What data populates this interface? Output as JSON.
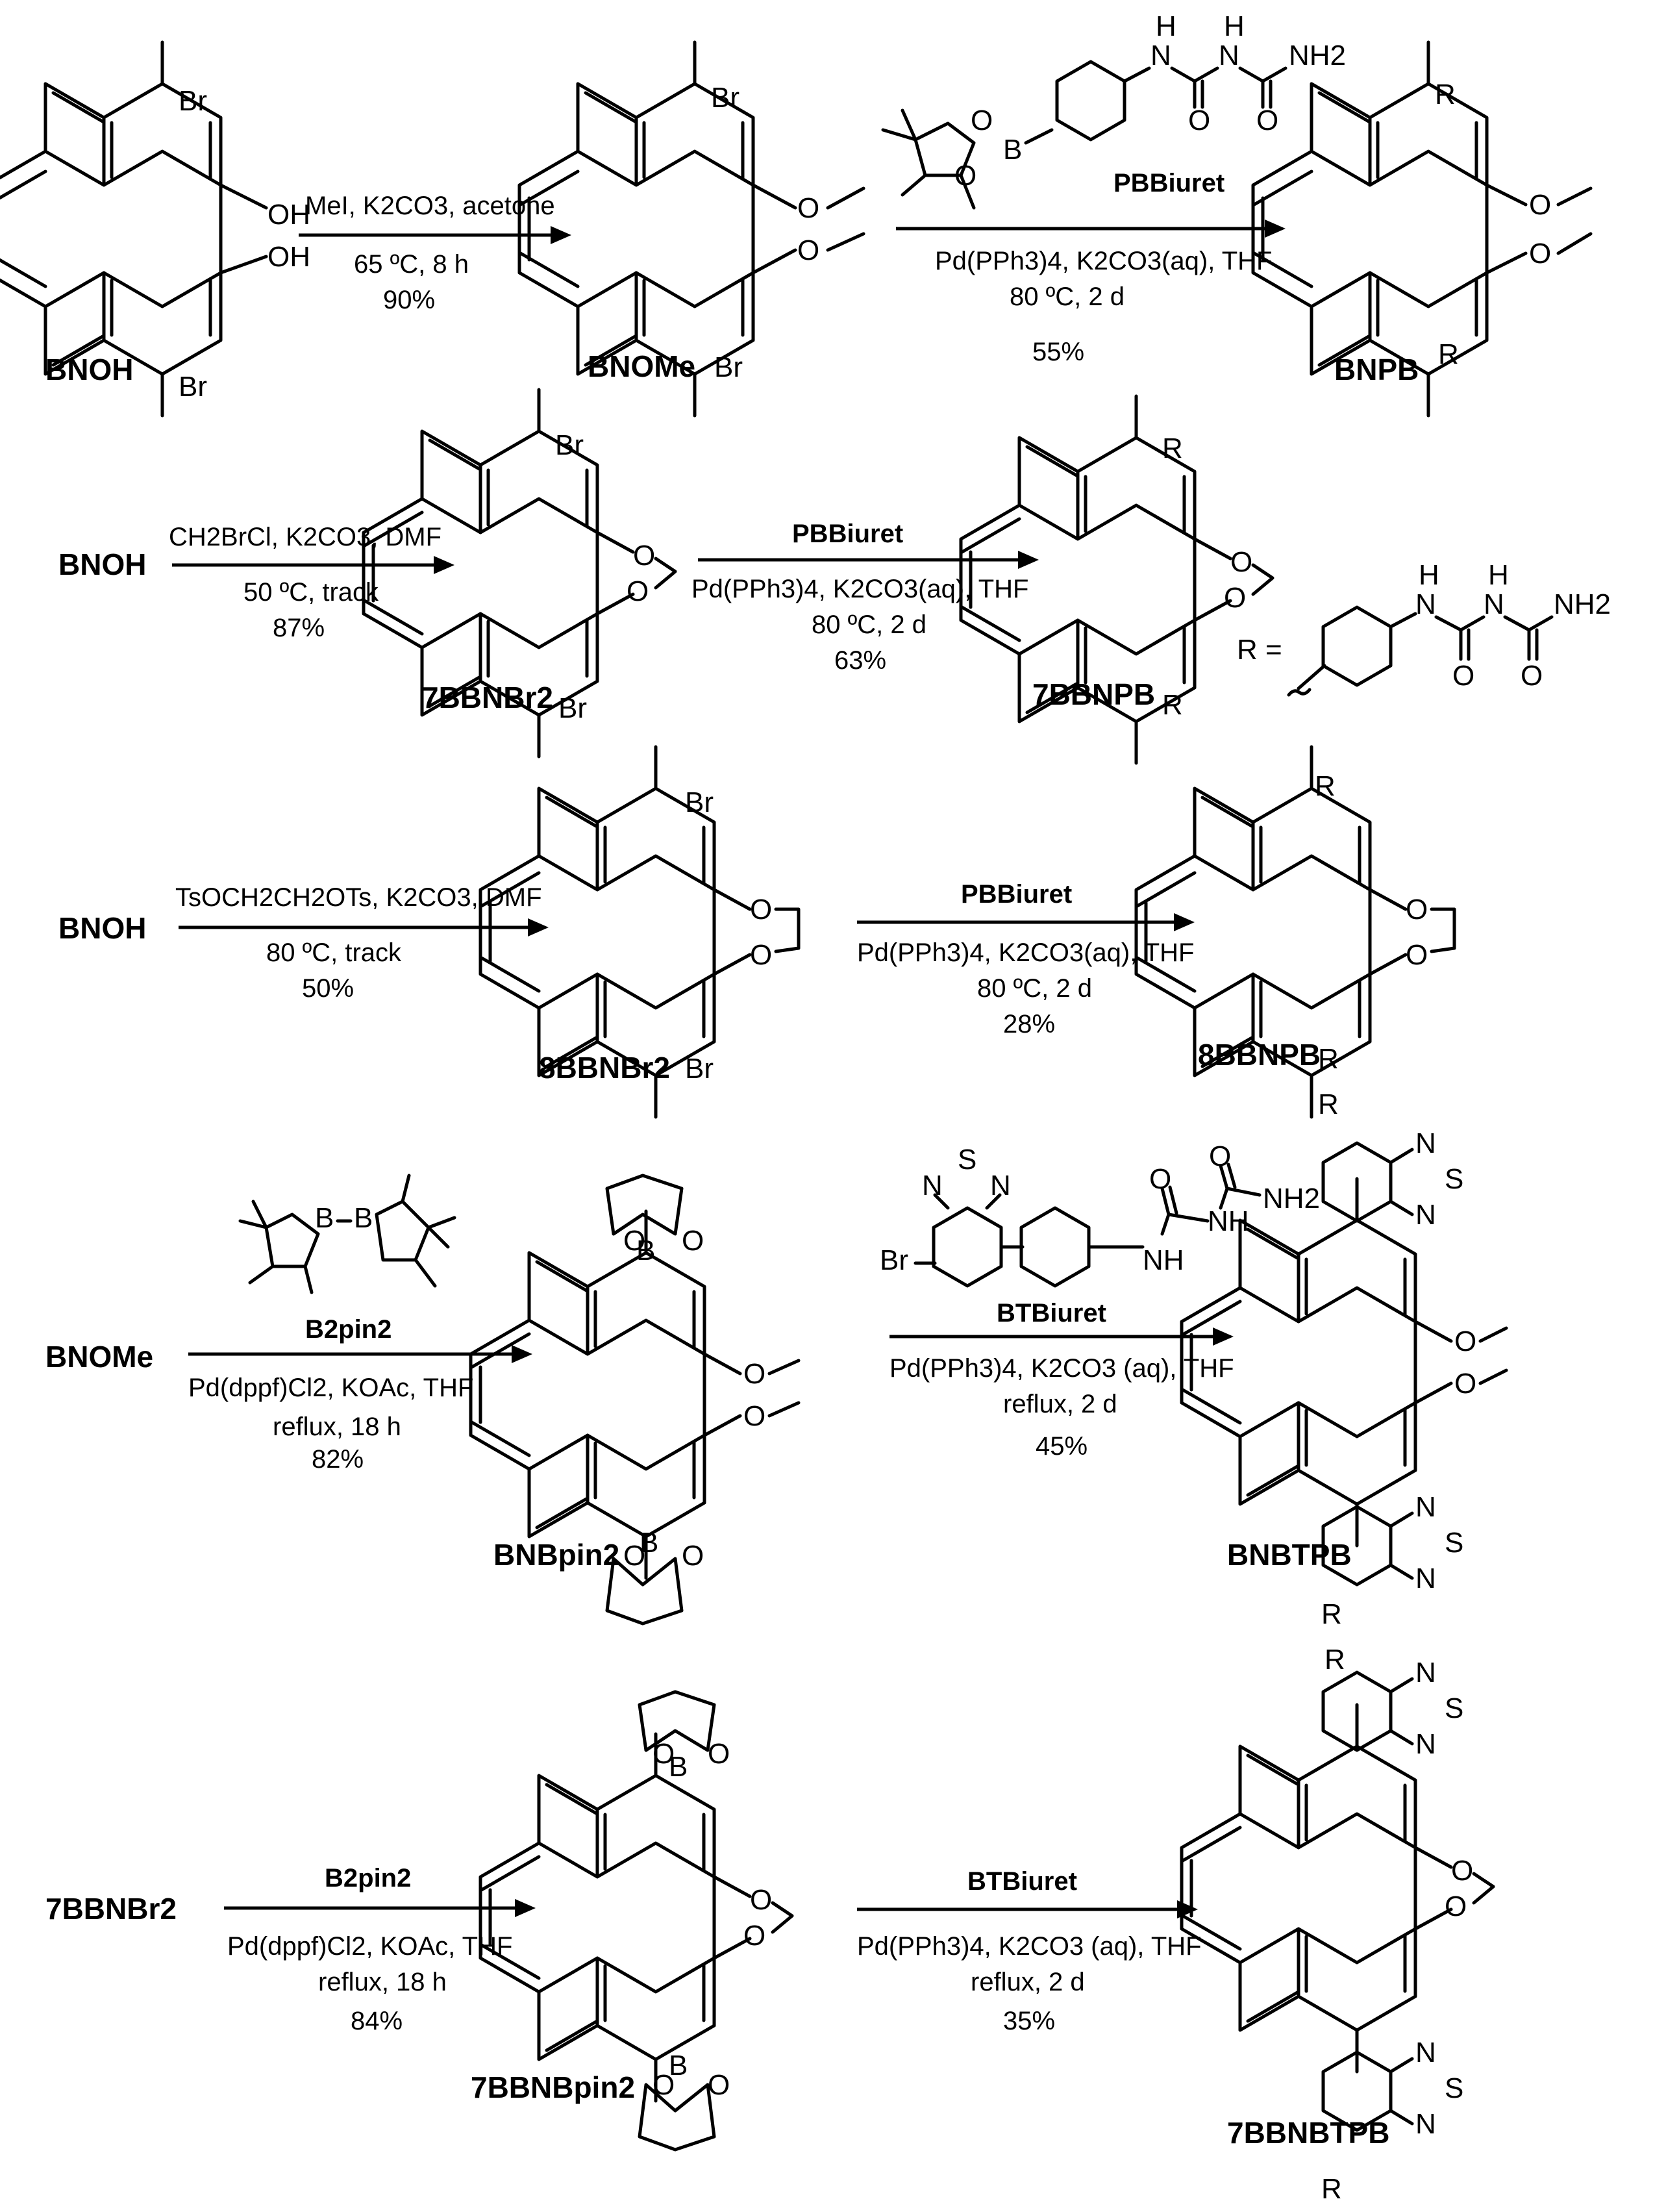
{
  "compounds": {
    "BNOH": "BNOH",
    "BNOMe": "BNOMe",
    "BNPB": "BNPB",
    "7BBNBr2": "7BBNBr2",
    "7BBNPB": "7BBNPB",
    "8BBNBr2": "8BBNBr2",
    "8BBNPB": "8BBNPB",
    "BNBpin2": "BNBpin2",
    "BNBTPB": "BNBTPB",
    "7BBNBpin2": "7BBNBpin2",
    "7BBNBTPB": "7BBNBTPB",
    "PBBiuret": "PBBiuret",
    "BTBiuret": "BTBiuret",
    "B2pin2": "B2pin2"
  },
  "atoms": {
    "Br": "Br",
    "OH": "OH",
    "O": "O",
    "N": "N",
    "S": "S",
    "B": "B",
    "H": "H",
    "NH": "NH",
    "NH2": "NH2",
    "R": "R",
    "R_eq": "R ="
  },
  "reactions": {
    "r1": {
      "reagents": "MeI, K2CO3, acetone",
      "conditions": "65 ºC, 8 h",
      "yield": "90%"
    },
    "r2": {
      "catalyst": "Pd(PPh3)4, K2CO3(aq), THF",
      "conditions": "80 ºC, 2 d",
      "yield": "55%"
    },
    "r3": {
      "reagents": "CH2BrCl, K2CO3, DMF",
      "conditions": "50 ºC, track",
      "yield": "87%"
    },
    "r4": {
      "reagent": "PBBiuret",
      "catalyst": "Pd(PPh3)4, K2CO3(aq), THF",
      "conditions": "80 ºC, 2 d",
      "yield": "63%"
    },
    "r5": {
      "reagents": "TsOCH2CH2OTs, K2CO3, DMF",
      "conditions": "80 ºC, track",
      "yield": "50%"
    },
    "r6": {
      "reagent": "PBBiuret",
      "catalyst": "Pd(PPh3)4, K2CO3(aq), THF",
      "conditions": "80 ºC, 2 d",
      "yield": "28%"
    },
    "r7": {
      "reagent": "B2pin2",
      "catalyst": "Pd(dppf)Cl2, KOAc, THF",
      "conditions": "reflux, 18 h",
      "yield": "82%"
    },
    "r8": {
      "reagent": "BTBiuret",
      "catalyst": "Pd(PPh3)4, K2CO3 (aq), THF",
      "conditions": "reflux, 2 d",
      "yield": "45%"
    },
    "r9": {
      "reagent": "B2pin2",
      "catalyst": "Pd(dppf)Cl2, KOAc, THF",
      "conditions": "reflux, 18 h",
      "yield": "84%"
    },
    "r10": {
      "reagent": "BTBiuret",
      "catalyst": "Pd(PPh3)4, K2CO3 (aq), THF",
      "conditions": "reflux, 2 d",
      "yield": "35%"
    }
  },
  "colors": {
    "ink": "#000000",
    "background": "#ffffff"
  }
}
